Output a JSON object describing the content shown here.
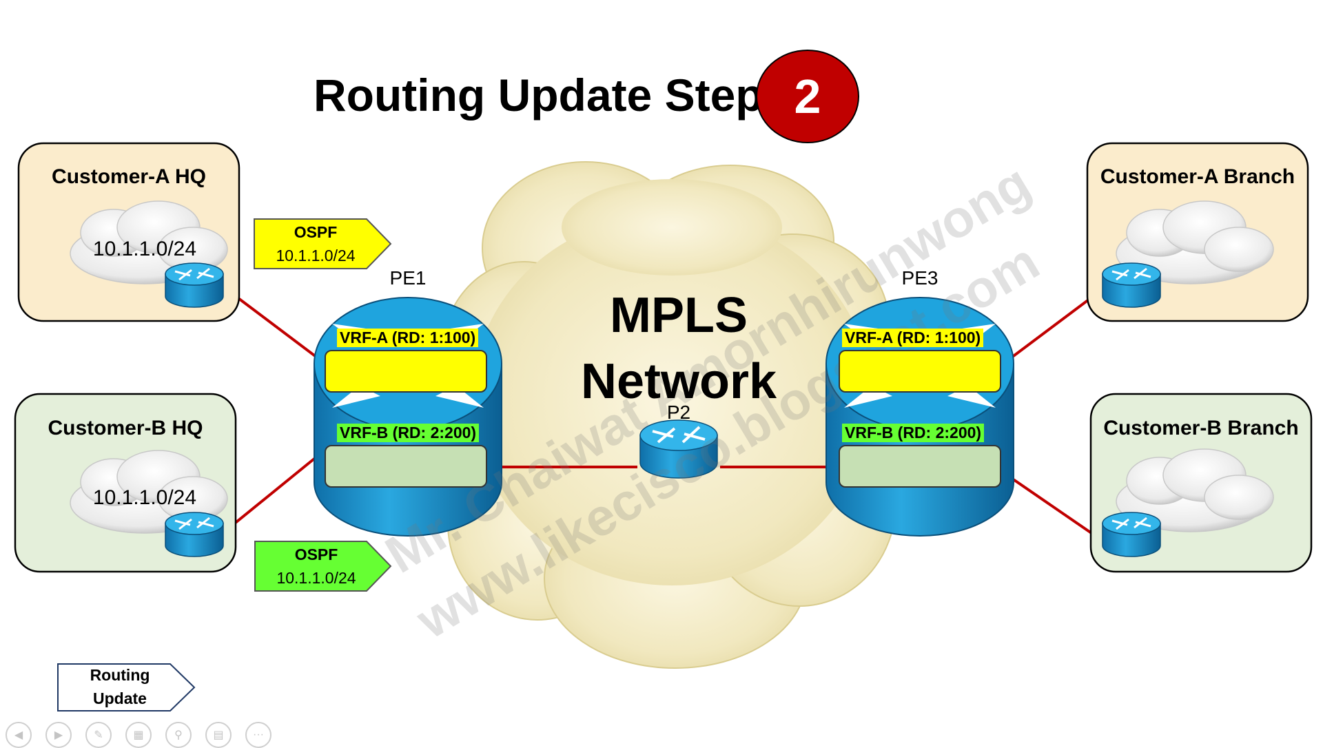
{
  "title": {
    "text": "Routing Update Step",
    "step": "2"
  },
  "sites": {
    "a_hq": {
      "name": "Customer-A HQ",
      "subnet": "10.1.1.0/24"
    },
    "b_hq": {
      "name": "Customer-B HQ",
      "subnet": "10.1.1.0/24"
    },
    "a_branch": {
      "name": "Customer-A Branch"
    },
    "b_branch": {
      "name": "Customer-B Branch"
    }
  },
  "routers": {
    "pe1": "PE1",
    "pe3": "PE3",
    "p2": "P2"
  },
  "vrfs": {
    "pe1_a": "VRF-A (RD: 1:100)",
    "pe1_b": "VRF-B (RD: 2:200)",
    "pe3_a": "VRF-A (RD: 1:100)",
    "pe3_b": "VRF-B (RD: 2:200)"
  },
  "mpls": {
    "line1": "MPLS",
    "line2": "Network"
  },
  "updates": {
    "a": {
      "protocol": "OSPF",
      "prefix": "10.1.1.0/24"
    },
    "b": {
      "protocol": "OSPF",
      "prefix": "10.1.1.0/24"
    }
  },
  "legend": {
    "line1": "Routing",
    "line2": "Update"
  },
  "watermark": {
    "line1": "Mr. Chaiwat Amornhirunwong",
    "line2": "www.likecisco.blogspot.com"
  },
  "colors": {
    "vrf_a": "#ffff00",
    "vrf_b_label": "#66ff33",
    "vrf_b_box": "#c6e0b4",
    "update_a": "#ffff00",
    "update_b": "#66ff33",
    "link": "#c00000",
    "router": "#1b9ed9",
    "badge": "#c00000",
    "site_a": "#fbeccc",
    "site_b": "#e4efda"
  },
  "icons": {
    "router": "router-icon",
    "cloud": "cloud-icon"
  }
}
